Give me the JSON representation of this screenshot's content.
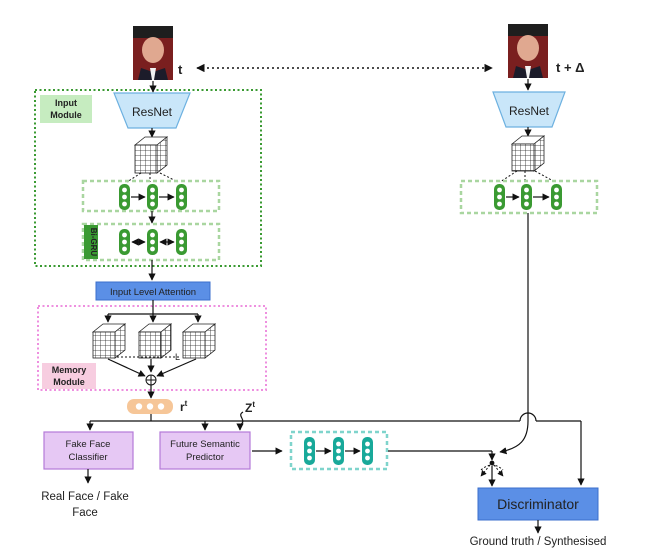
{
  "frames": {
    "left_label": "t",
    "right_label": "t + Δ"
  },
  "input_module": {
    "title_line1": "Input",
    "title_line2": "Module",
    "resnet_label": "ResNet",
    "bigru_label": "Bi-GRU"
  },
  "right_branch": {
    "resnet_label": "ResNet"
  },
  "attention": {
    "label": "Input Level Attention"
  },
  "memory_module": {
    "title_line1": "Memory",
    "title_line2": "Module",
    "dots_label": "L",
    "sum_symbol": "⊕"
  },
  "rt": {
    "base": "r",
    "sup": "t"
  },
  "zt": {
    "base": "Z",
    "sup": "t"
  },
  "fake_classifier": {
    "line1": "Fake Face",
    "line2": "Classifier",
    "output_line1": "Real Face / Fake",
    "output_line2": "Face"
  },
  "predictor": {
    "line1": "Future Semantic",
    "line2": "Predictor"
  },
  "discriminator": {
    "label": "Discriminator",
    "output": "Ground truth / Synthesised"
  },
  "colors": {
    "green": "#3a9a32",
    "green_light": "#a9d6a0",
    "teal": "#18a99a",
    "pink": "#ee8fdf",
    "purple_fill": "#e6c8f4",
    "purple_stroke": "#b47ad8",
    "blue_fill": "#5b8fe6",
    "light_blue": "#c9e6f9",
    "orange": "#f6c698"
  }
}
